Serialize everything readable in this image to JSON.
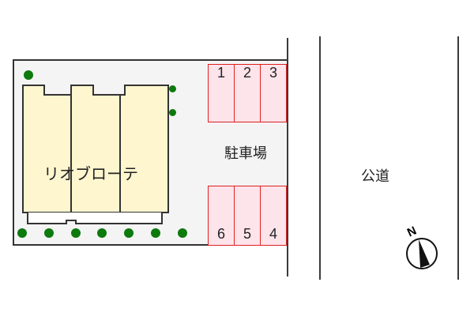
{
  "building": {
    "name": "リオブローテ"
  },
  "parking": {
    "label": "駐車場",
    "top_row": [
      "1",
      "2",
      "3"
    ],
    "bottom_row": [
      "6",
      "5",
      "4"
    ]
  },
  "road": {
    "label": "公道"
  },
  "compass": {
    "north_label": "N"
  },
  "colors": {
    "building_fill": "#fdf6cf",
    "stall_fill": "#fde3ea",
    "stall_border": "#e02020",
    "tree": "#0d7a0d",
    "lot_fill": "#f4f4f4"
  }
}
